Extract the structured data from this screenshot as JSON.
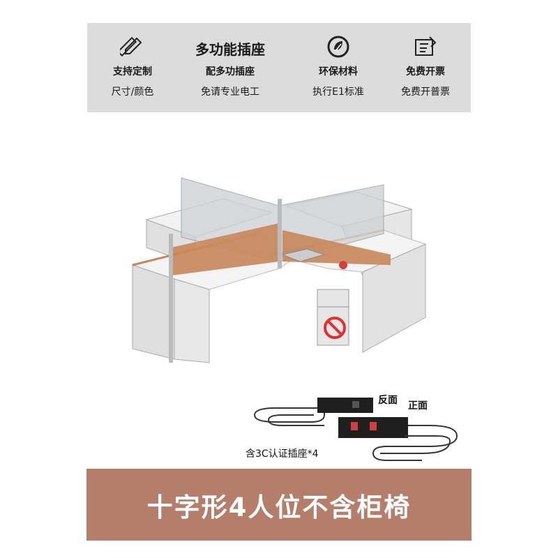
{
  "features": [
    {
      "icon": "ruler-pencil-icon",
      "title": "支持定制",
      "desc": "尺寸/颜色"
    },
    {
      "icon": "",
      "title": "多功能插座",
      "subtitle": "配多功插座",
      "desc": "免请专业电工"
    },
    {
      "icon": "eco-leaf-icon",
      "title": "环保材料",
      "desc": "执行E1标准"
    },
    {
      "icon": "invoice-icon",
      "title": "免费开票",
      "desc": "免费开普票"
    }
  ],
  "socket": {
    "back_label": "反面",
    "front_label": "正面",
    "caption": "含3C认证插座*4"
  },
  "banner": {
    "text": "十字形4人位不含柜椅"
  },
  "colors": {
    "feature_bg": "#dcdcdc",
    "banner_bg": "#b57e6b",
    "accent_orange": "#c8865a"
  }
}
